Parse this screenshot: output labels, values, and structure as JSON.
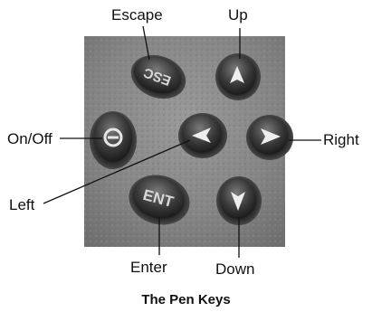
{
  "caption": "The Pen Keys",
  "labels": {
    "escape": "Escape",
    "up": "Up",
    "on_off": "On/Off",
    "right": "Right",
    "left": "Left",
    "enter": "Enter",
    "down": "Down"
  },
  "keys": {
    "esc": "ESC",
    "ent": "ENT"
  }
}
